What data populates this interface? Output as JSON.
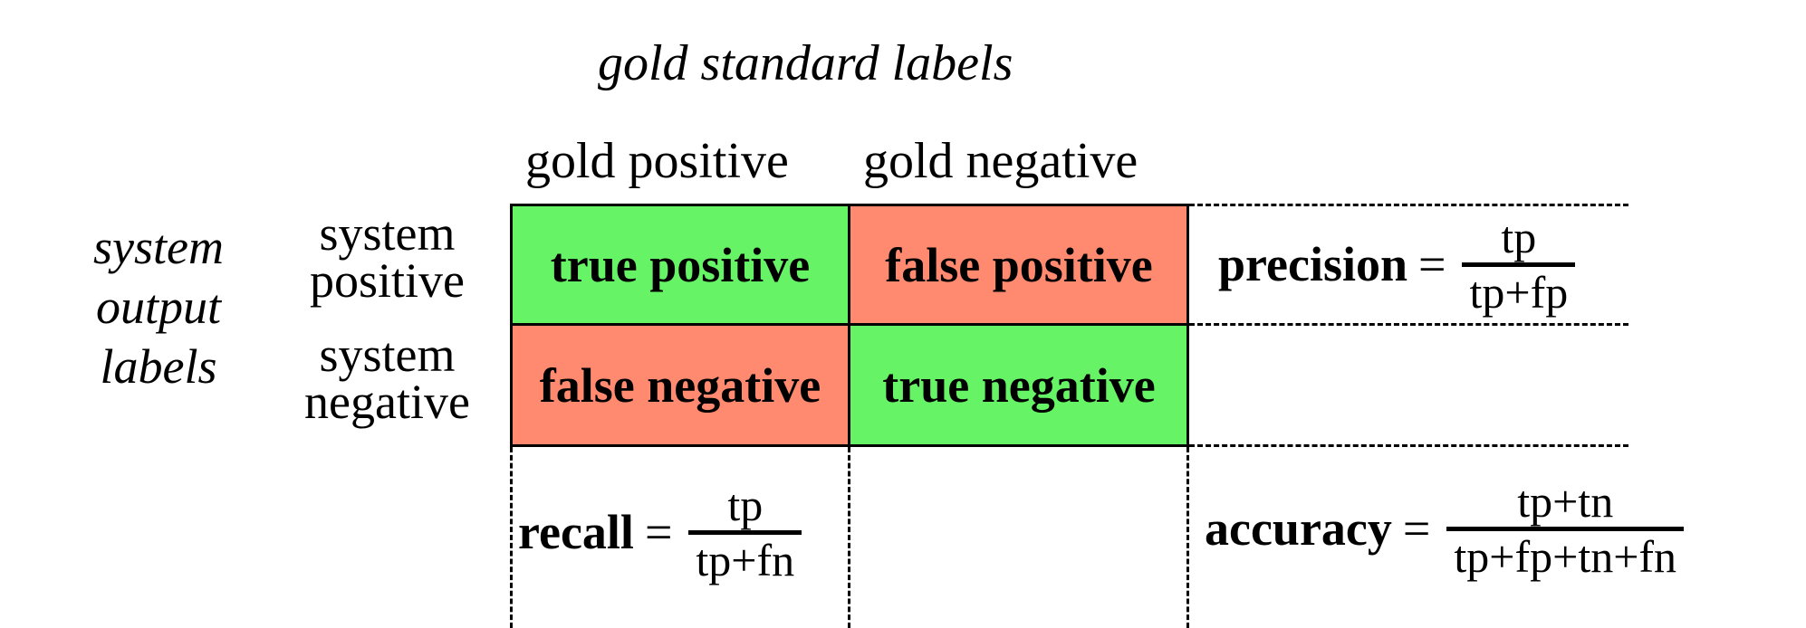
{
  "title": "gold standard labels",
  "column_headers": [
    "gold positive",
    "gold negative"
  ],
  "side_label": [
    "system",
    "output",
    "labels"
  ],
  "row_headers": [
    [
      "system",
      "positive"
    ],
    [
      "system",
      "negative"
    ]
  ],
  "cells": {
    "tp": "true positive",
    "fp": "false positive",
    "fn": "false negative",
    "tn": "true negative"
  },
  "colors": {
    "correct": "#66f466",
    "incorrect": "#ff8a70"
  },
  "formulas": {
    "precision": {
      "label": "precision",
      "eq": "=",
      "num": "tp",
      "den": "tp+fp"
    },
    "recall": {
      "label": "recall",
      "eq": "=",
      "num": "tp",
      "den": "tp+fn"
    },
    "accuracy": {
      "label": "accuracy",
      "eq": "=",
      "num": "tp+tn",
      "den": "tp+fp+tn+fn"
    }
  }
}
